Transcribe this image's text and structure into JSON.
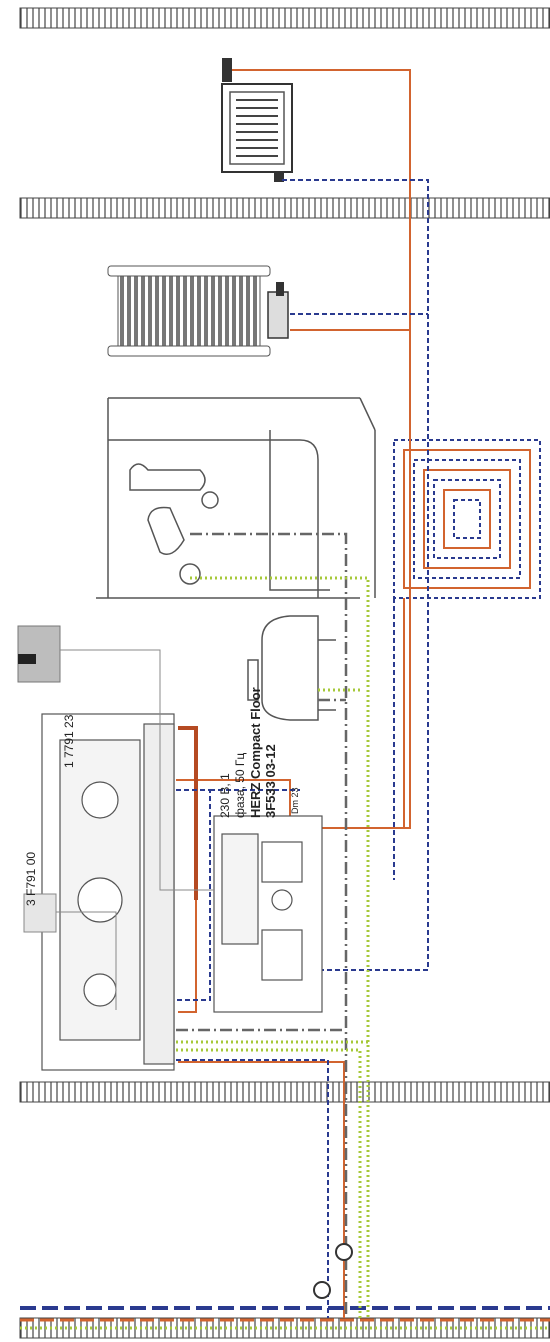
{
  "labels": {
    "part_1": "3 F791 00",
    "part_2": "1 7791 23",
    "power_line1": "230 В, 1",
    "power_line2": "фаза, 50 Гц",
    "product_name": "HERZ Compact Floor",
    "product_code": "3F533 03-12",
    "valve_tag": "Dm 23"
  },
  "colors": {
    "supply": "#d2642f",
    "return": "#2a3a8f",
    "drain": "#666666",
    "cold_water": "#a6c83a",
    "outline": "#555555",
    "wall": "#444444"
  }
}
